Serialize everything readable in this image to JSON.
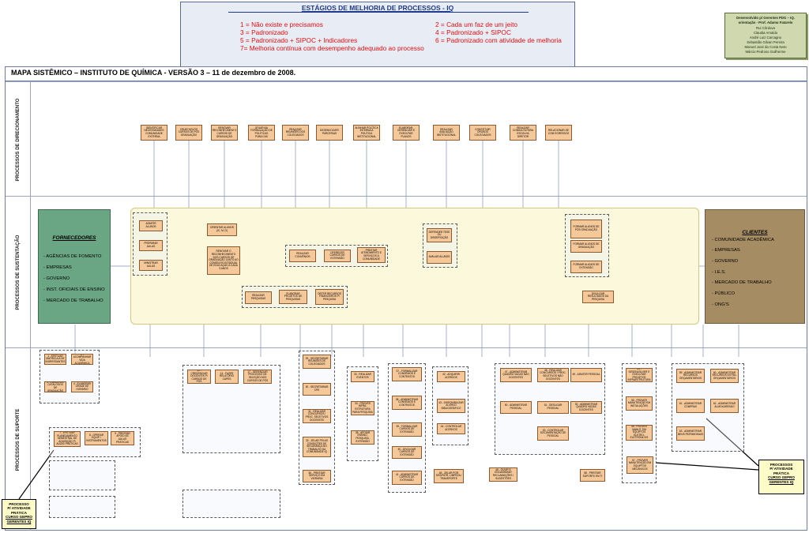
{
  "legend": {
    "title": "ESTÁGIOS DE MELHORIA DE PROCESSOS - IQ",
    "items": [
      "1 = Não existe e precisamos",
      "2 = Cada um faz de um jeito",
      "3 = Padronizado",
      "4 = Padronizado + SIPOC",
      "5 = Padronizado + SIPOC + Indicadores",
      "6  = Padronizado com atividade de melhoria",
      "7= Melhoria contínua com desempenho adequado ao  processo"
    ]
  },
  "credits": [
    "Desenvolvido p/ Gerentes PDG – IQ.",
    "orientação - Prof. Adamo Fatarelo",
    "Rui Côrdova",
    "Claudia Arnaldo",
    "André Luiz Carcagno",
    "Sebastião Gilvan Pereira",
    "Manoel José da Costa Neto",
    "Márcio Pedroso Guilherme"
  ],
  "map_title": "MAPA SISTÊMICO – INSTITUTO DE QUÍMICA - VERSÃO 3 – 11 de dezembro de 2008.",
  "bands": {
    "direcionamento": "PROCESSOS DE DIRECIONAMENTO",
    "sustentacao": "PROCESSOS DE SUSTENTAÇÃO",
    "suporte": "PROCESSOS DE SUPORTE"
  },
  "suppliers": {
    "title": "FORNECEDORES",
    "items": [
      "- AGÊNCIAS DE FOMENTO",
      "- EMPRESAS",
      "- GOVERNO",
      "- INST. OFICIAIS DE ENSINO",
      "- MERCADO DE TRABALHO"
    ]
  },
  "clients": {
    "title": "CLIENTES",
    "items": [
      "- COMUNIDADE ACADÊMICA",
      "- EMPRESAS",
      "- GOVERNO",
      "- I.E.S.",
      "- MERCADO DE TRABALHO",
      "- PÚBLICO",
      "- ONG'S"
    ]
  },
  "direction_processes": [
    "IDENTIFICAR NECESSIDADES COMUNIDADE EXTERNA",
    "CRIAR NOVOS CURSOS DE PÓS GRADUAÇÃO",
    "RENOVAR RECONHECIMENTO CURSOS DE GRADUAÇÃO",
    "ATUAR NA FORMULAÇÃO DE POLÍTICAS PÚBLICAS",
    "REALIZAR REUNIÕES DOS COLEGIADOS",
    "DESENVOLVER PARCERIAS",
    "ALINHAR POLÍTICA INTERNA À POLÍTICA INSTITUCIONAL",
    "ELABORAR, GERENCIAR E EXECUTAR PLANOS",
    "REALIZAR AVALIAÇÃO INSTITUCIONAL",
    "CONSTITUIR ÓRGÃOS COLEGIADOS",
    "REALIZAR CONSULTA PARA ESCOLHA DIRETOR",
    "RELACIONAR-SE COM EGRESSOS"
  ],
  "sustentacao_processes": [
    "ADMITIR ALUNOS",
    "PREPARAR AULAS",
    "MINISTRAR AULAS",
    "ORIENTAR ALUNOS (IC, M, D)",
    "RENOVAR O RECONHECIMENTO DOS CURSOS DE GRADUAÇÃO JUNTO AO CONSELHO ESTADUAL DE EDUCAÇÃO A CADA 3 ANOS",
    "REALIZAR CONVÊNIOS",
    "OFERECER CURSOS DE EXTENSÃO",
    "PRESTAR ATENDIMENTO E SERVIÇOS À COMUNIDADE",
    "DEFENDER TESE OU DISSERTAÇÃO",
    "AVALIAR ALUNOS",
    "FORMAR ALUNOS DE PÓS GRADUAÇÃO",
    "FORMAR ALUNOS DE GRADUAÇÃO",
    "FORMAR ALUNOS DE EXTENSÃO",
    "REALIZAR PESQUISAS",
    "ELABORAR PROJETOS DE PESQUISAS",
    "OBTER RECURSOS FINANCEIROS P/ PESQUISA",
    "DIVULGAR RESULTADOS DA PESQUISA"
  ],
  "support_processes": [
    "1 - EFETUAR MATRÍCULA DE INGRESSANTES",
    "2 - ACOMPANHAR VIDA ACADÊMICA",
    "3 - ELABORAR CATÁLOGOS DE GRADUAÇÃO",
    "4 - ELABORAR GRADE DE HORÁRIO",
    "7 - EFETUAR PLANEJAMENTO SEMESTRAL DE AQUISIÇÃO P/ AULAS PRÁTICAS",
    "8 - OPERAR EQUIP. / INSTRUMENTOS",
    "9 - PRESTAR APOIO ÀS AULAS PRÁTICAS",
    "10 - CREDENCIAR DOCENTES P/ CURSOS DE PÓS",
    "14 - FAZER RELATÓRIO CAPES",
    "17 - GERENCIAR PROCESSO DE SELEÇÃO NOS CURSOS DE PÓS",
    "29 - SECRETARIAR REUNIÕES DE COLEGIADOS",
    "30 - SECRETARIAR CPE",
    "31 - REALIZAR CONCURSOS / PROC. SELETIVOS DOCENTES",
    "32 - ZELAR PELAS CONDIÇÕES DE SEGURANÇA NO TRABALHO DA COMUNIDADE IQ",
    "33 - REALIZAR EVENTOS",
    "34 - PROVER INFRA-ESTRUTURA PARA PESQUISA",
    "35 - APOIAR ENSINO, PESQUISA, EXTENSÃO",
    "36 - PRESTAR SERVIÇO EM VIDRARIA",
    "37 - FORMALIZAR CONVÊNIOS E CONTRATOS",
    "38 - ADMINISTRAR CONVÊNIOS E CONTRATOS",
    "39 - FORMALIZAR CURSOS DE EXTENSÃO",
    "40 - DIVULGAR CURSOS DE EXTENSÃO",
    "41 - ADMINISTRAR CURSOS DE EXTENSÃO",
    "42 - ADQUIRIR ACERVOS",
    "43 - DISPONIBILIZAR ACERVO BIBLIOGRÁFICO",
    "44 - CONTROLAR ACERVOS",
    "45 - ZELAR POR SEG/PATR, LIMPEZA / TRANSPORTE",
    "46 - OUVIR E ENCAMINHAR RECLAMAÇÕES / SUGESTÕES",
    "47 - ADMINISTRAR QUADRO VAGAS NÃO DOCENTES",
    "48 - REALIZAR CONCURSOS / PROC. SELETIVOS NÃO DOCENTES",
    "49 - ADMITIR PESSOAL",
    "50 - ADMINISTRAR PESSOAL",
    "51 - DESLIGAR PESSOAL",
    "52 - ADMINISTRAR QUADRO VAGAS DOCENTES",
    "53 - CONTROLAR DOCUMENTAÇÃO DE PESSOAL",
    "54 - DESENVOLVER E EXECUTAR PROJETOS INFRAESTRUTURA",
    "55 - PROVER MANUTENÇÃO EM INSTALAÇÕES",
    "56 - PROVER MANUT. EM EQUIPTOS ELETRO-ELETRÔNICOS",
    "57 - PROVER MANUTENÇÃO EM EQUIPTOS MECÂNICOS",
    "58 - PRESTAR SUPORTE EM TI",
    "59 - ADMINISTRAR RECURSOS ORÇAMENTÁRIOS",
    "60 - ADMINISTRAR RECURSOS EXTRA-ORÇAMENTÁRIOS",
    "61 - ADMINISTRAR COMPRAS",
    "62 - ADMINISTRAR ALMOXARIFADO",
    "63 - ADMINISTRAR BENS PATRIMONIAIS"
  ],
  "callouts": {
    "left": [
      "PROCESSO",
      "P/ ATIVIDADE",
      "PRÁTICA",
      "CURSO GEPRO",
      "GERENTES IQ"
    ],
    "right": [
      "PROCESSOS",
      "P/ ATIVIDADE",
      "PRÁTICA",
      "CURSO GEPRO",
      "GERENTES IQ"
    ]
  },
  "colors": {
    "legend_text": "#e01010",
    "legend_title": "#1f3a8a",
    "process_box": "#f5c89a",
    "suppliers": "#6aa584",
    "clients": "#a58c62",
    "core_background": "#fbf8dc",
    "callout": "#fdfbc8",
    "connector": "#7f8fb0"
  }
}
